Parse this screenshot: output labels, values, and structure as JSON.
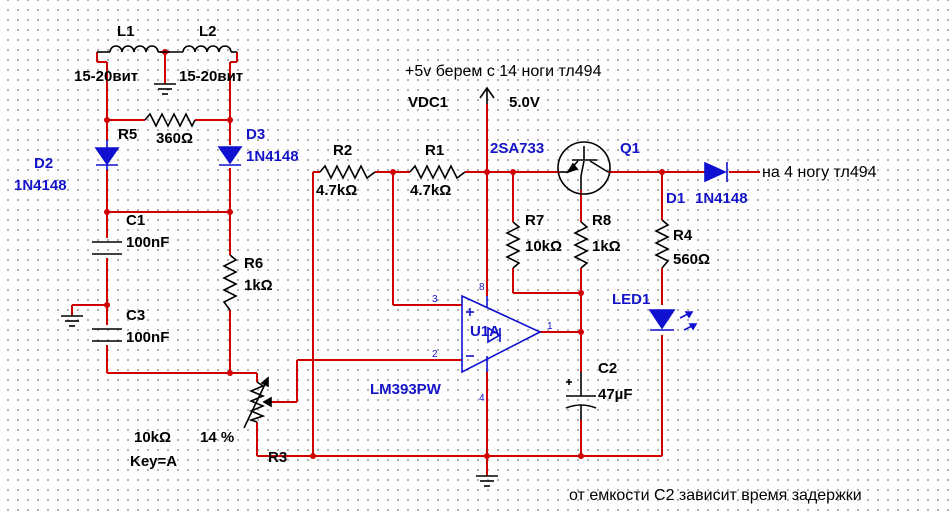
{
  "labels": {
    "L1": "L1",
    "L2": "L2",
    "L1_turns": "15-20вит",
    "L2_turns": "15-20вит",
    "R5": "R5",
    "R5_value": "360Ω",
    "D2": "D2",
    "D2_part": "1N4148",
    "D3": "D3",
    "D3_part": "1N4148",
    "C1": "C1",
    "C1_value": "100nF",
    "C3": "C3",
    "C3_value": "100nF",
    "R6": "R6",
    "R6_value": "1kΩ",
    "R2": "R2",
    "R2_value": "4.7kΩ",
    "R1": "R1",
    "R1_value": "4.7kΩ",
    "R7": "R7",
    "R7_value": "10kΩ",
    "R8": "R8",
    "R8_value": "1kΩ",
    "R4": "R4",
    "R4_value": "560Ω",
    "Q1": "Q1",
    "Q1_part": "2SA733",
    "D1": "D1",
    "D1_part": "1N4148",
    "LED1": "LED1",
    "U1A": "U1A",
    "U1A_part": "LM393PW",
    "C2": "C2",
    "C2_value": "47µF",
    "R3": "R3",
    "R3_value": "10kΩ",
    "R3_setting": "14 %",
    "R3_key": "Key=A",
    "VDC1": "VDC1",
    "VDC1_value": "5.0V",
    "pin_3": "3",
    "pin_2": "2",
    "pin_1": "1",
    "pin_8": "8",
    "pin_4": "4"
  },
  "notes": {
    "supply_note": "+5v берем с 14 ноги тл494",
    "output_note": "на 4 ногу тл494",
    "delay_note": "от емкости C2 зависит время задержки"
  }
}
